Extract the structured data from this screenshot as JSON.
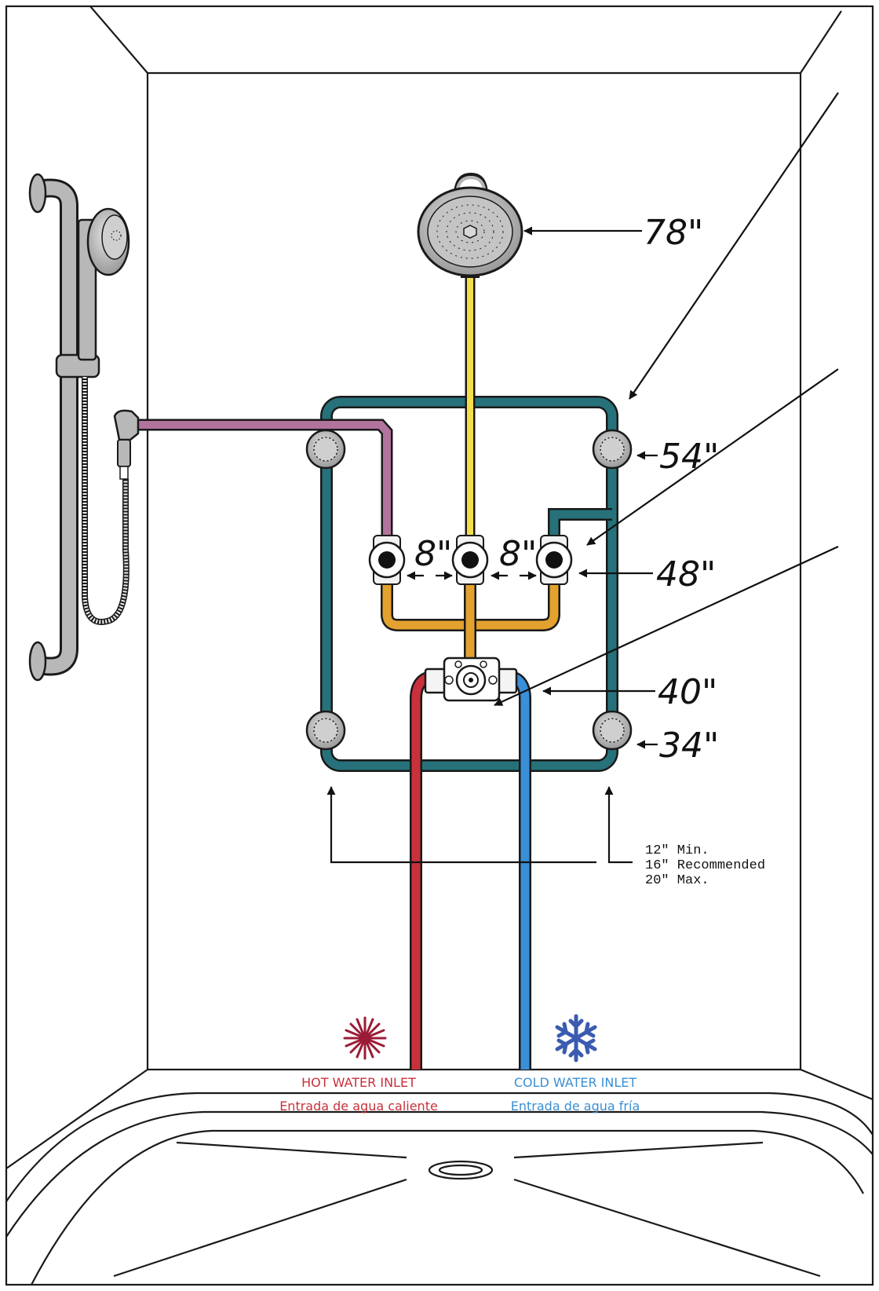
{
  "measurements": {
    "rain_head_height": "78\"",
    "body_spray_upper_height": "54\"",
    "valve_height": "48\"",
    "mixing_valve_height": "40\"",
    "body_spray_lower_height": "34\"",
    "valve_spacing_left": "8\"",
    "valve_spacing_right": "8\""
  },
  "spray_spacing_note": [
    "12\" Min.",
    "16\" Recommended",
    "20\" Max."
  ],
  "inlets": {
    "hot": {
      "label": "HOT WATER INLET",
      "label_es": "Entrada de agua caliente",
      "color": "#c8313b"
    },
    "cold": {
      "label": "COLD WATER INLET",
      "label_es": "Entrada de agua fría",
      "color": "#3a8fd6"
    }
  },
  "pipe_colors": {
    "body_spray_loop": "#27717b",
    "rain_head_supply": "#f4df4a",
    "hand_shower_supply": "#b2739d",
    "valve_manifold": "#e3a12e",
    "hot_supply": "#c8313b",
    "cold_supply": "#3a8fd6"
  },
  "icons": {
    "hot": "heat-burst-icon",
    "cold": "snowflake-icon"
  }
}
